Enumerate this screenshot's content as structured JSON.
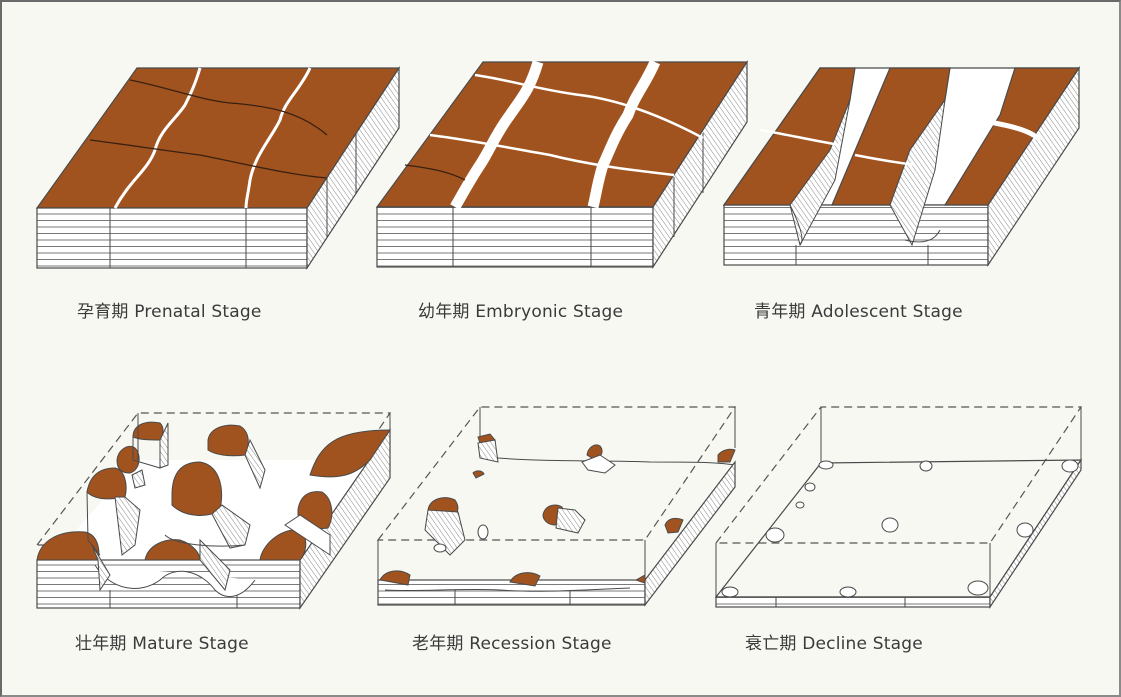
{
  "figure": {
    "title": "Karst landform evolution stages",
    "colors": {
      "background": "#f8f8f3",
      "rock_top": "#a0531f",
      "outline": "#4a4a4a",
      "strata": "#7a7a7a",
      "eroded": "#ffffff"
    },
    "panels": [
      {
        "id": "prenatal",
        "label": "孕育期 Prenatal Stage"
      },
      {
        "id": "embryonic",
        "label": "幼年期 Embryonic Stage"
      },
      {
        "id": "adolescent",
        "label": "青年期 Adolescent Stage"
      },
      {
        "id": "mature",
        "label": "壮年期 Mature Stage"
      },
      {
        "id": "recession",
        "label": "老年期 Recession Stage"
      },
      {
        "id": "decline",
        "label": "衰亡期 Decline Stage"
      }
    ]
  }
}
